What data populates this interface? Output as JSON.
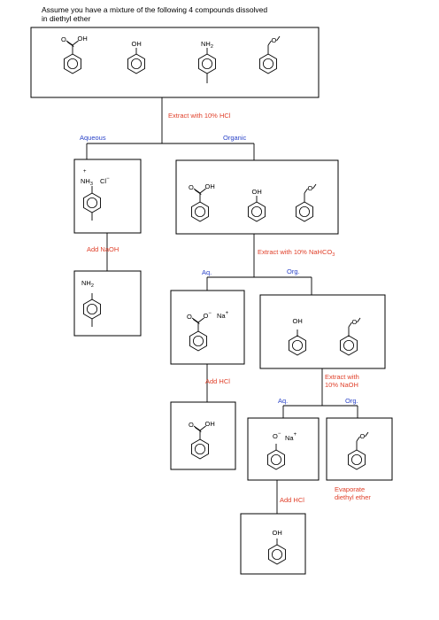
{
  "header": {
    "line1": "Assume you have a mixture of the following 4 compounds dissolved",
    "line2": "in diethyl ether"
  },
  "colors": {
    "step_red": "#e0402a",
    "phase_blue": "#2b44c8",
    "line": "#000000"
  },
  "steps": {
    "extract_hcl": "Extract with 10% HCl",
    "add_naoh": "Add NaOH",
    "extract_nahco3": "Extract with 10% NaHCO",
    "extract_nahco3_sub": "3",
    "add_hcl_1": "Add HCl",
    "extract_naoh_1": "Extract with",
    "extract_naoh_2": "10% NaOH",
    "add_hcl_2": "Add HCl",
    "evaporate_1": "Evaporate",
    "evaporate_2": "diethyl ether"
  },
  "phases": {
    "aqueous": "Aqueous",
    "organic": "Organic",
    "aq_1": "Aq.",
    "org_1": "Org.",
    "aq_2": "Aq.",
    "org_2": "Org."
  },
  "labels": {
    "cooh_o": "O",
    "cooh_oh": "OH",
    "oh": "OH",
    "nh2": "NH",
    "nh2_sub": "2",
    "nh3": "NH",
    "nh3_sub": "3",
    "nh3_plus": "+",
    "cl": "Cl",
    "cl_minus": "−",
    "ether_o": "O",
    "carboxylate_o": "O",
    "o_minus": "O",
    "minus": "−",
    "na": "Na",
    "na_plus": "+"
  },
  "molecules": {
    "benzoic_acid": "benzoic-acid",
    "phenol": "phenol",
    "p_toluidine": "p-toluidine",
    "anisole": "anisole",
    "toluidinium_chloride": "p-toluidinium-chloride",
    "sodium_benzoate": "sodium-benzoate",
    "sodium_phenoxide": "sodium-phenoxide"
  }
}
